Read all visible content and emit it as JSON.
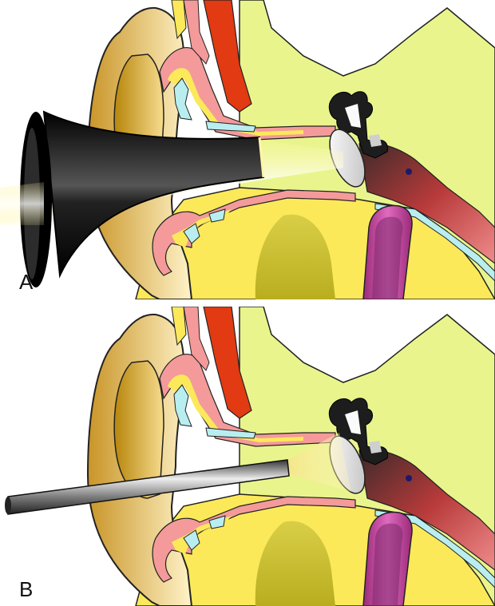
{
  "panels": [
    {
      "label": "A",
      "instrument": "otoscope-speculum"
    },
    {
      "label": "B",
      "instrument": "rigid-endoscope"
    }
  ],
  "colors": {
    "skin": "#f4e7a3",
    "bone_green": "#e9f58c",
    "dermis_pink": "#f49a9a",
    "canal_yellow": "#fbe95a",
    "cartilage_blue": "#b9eef0",
    "artery_red": "#e23a12",
    "tube_magenta": "#c13a9a",
    "mucosa_red": "#c83636",
    "light_beam": "#fff6a8"
  }
}
